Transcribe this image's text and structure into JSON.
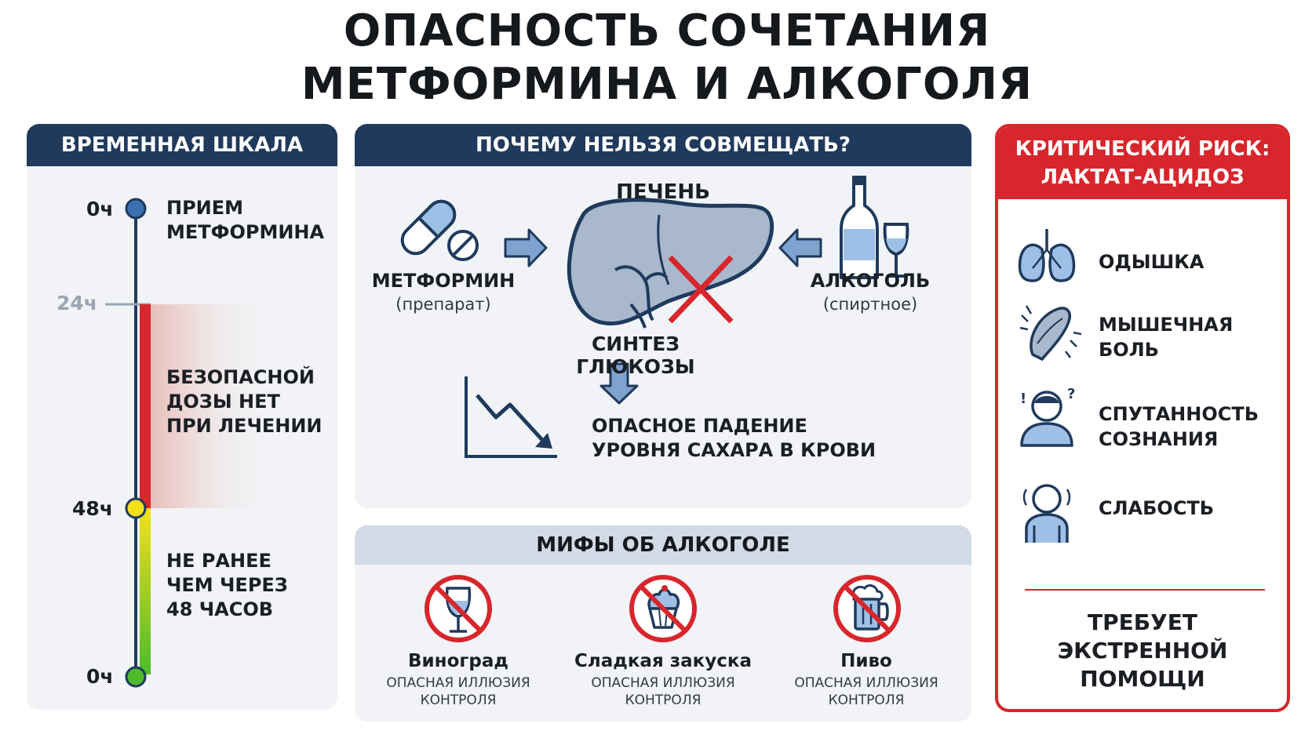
{
  "title": {
    "line1": "ОПАСНОСТЬ СОЧЕТАНИЯ",
    "line2": "МЕТФОРМИНА И АЛКОГОЛЯ"
  },
  "timeline": {
    "header": "ВРЕМЕННАЯ ШКАЛА",
    "marks": {
      "start": "0ч",
      "mid": "24ч",
      "end48": "48ч",
      "bottom": "0ч"
    },
    "events": {
      "intake": [
        "ПРИЕМ",
        "МЕТФОРМИНА"
      ],
      "no_safe": [
        "БЕЗОПАСНОЙ",
        "ДОЗЫ НЕТ",
        "ПРИ ЛЕЧЕНИИ"
      ],
      "wait": [
        "НЕ РАНЕЕ",
        "ЧЕМ ЧЕРЕЗ",
        "48 ЧАСОВ"
      ]
    },
    "colors": {
      "danger": "#d7262c",
      "caution": "#f3e01b",
      "safe": "#4fbb2c",
      "node": "#3a6fb0"
    }
  },
  "why": {
    "header": "ПОЧЕМУ НЕЛЬЗЯ СОВМЕЩАТЬ?",
    "liver_label": "ПЕЧЕНЬ",
    "metformin": {
      "name": "МЕТФОРМИН",
      "note": "(препарат)"
    },
    "alcohol": {
      "name": "АЛКОГОЛЬ",
      "note": "(спиртное)"
    },
    "synthesis": "СИНТЕЗ ГЛЮКОЗЫ",
    "drop": [
      "ОПАСНОЕ ПАДЕНИЕ",
      "УРОВНЯ САХАРА В КРОВИ"
    ]
  },
  "myths": {
    "header": "МИФЫ ОБ АЛКОГОЛЕ",
    "items": [
      {
        "name": "Виноград",
        "note": [
          "ОПАСНАЯ ИЛЛЮЗИЯ",
          "КОНТРОЛЯ"
        ],
        "icon": "wine-glass-icon"
      },
      {
        "name": "Сладкая закуска",
        "note": [
          "ОПАСНАЯ ИЛЛЮЗИЯ",
          "КОНТРОЛЯ"
        ],
        "icon": "cupcake-icon"
      },
      {
        "name": "Пиво",
        "note": [
          "ОПАСНАЯ ИЛЛЮЗИЯ",
          "КОНТРОЛЯ"
        ],
        "icon": "beer-mug-icon"
      }
    ]
  },
  "risk": {
    "header": [
      "КРИТИЧЕСКИЙ РИСК:",
      "ЛАКТАТ-АЦИДОЗ"
    ],
    "symptoms": [
      {
        "lines": [
          "ОДЫШКА"
        ],
        "icon": "lungs-icon"
      },
      {
        "lines": [
          "МЫШЕЧНАЯ",
          "БОЛЬ"
        ],
        "icon": "muscle-pain-icon"
      },
      {
        "lines": [
          "СПУТАННОСТЬ",
          "СОЗНАНИЯ"
        ],
        "icon": "confused-person-icon"
      },
      {
        "lines": [
          "СЛАБОСТЬ"
        ],
        "icon": "weak-person-icon"
      }
    ],
    "footer": [
      "ТРЕБУЕТ",
      "ЭКСТРЕННОЙ",
      "ПОМОЩИ"
    ],
    "accent": "#d7262c"
  }
}
